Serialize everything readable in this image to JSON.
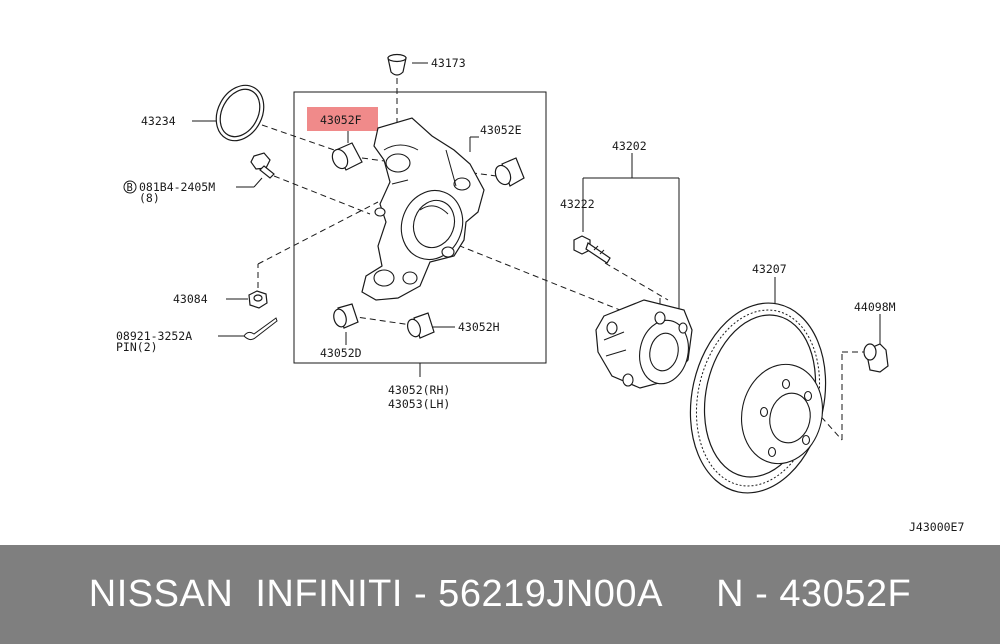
{
  "diagram": {
    "highlight_color": "#f08a8a",
    "labels": {
      "p43173": "43173",
      "p43234": "43234",
      "p43052F": "43052F",
      "p43052E": "43052E",
      "bolt_line1": "081B4-2405M",
      "bolt_line2": "(8)",
      "bolt_circle": "B",
      "p43202": "43202",
      "p43222": "43222",
      "p43207": "43207",
      "p44098M": "44098M",
      "p43084": "43084",
      "pin_line1": "08921-3252A",
      "pin_line2": "PIN(2)",
      "p43052H": "43052H",
      "p43052D": "43052D",
      "rh": "43052(RH)",
      "lh": "43053(LH)",
      "code": "J43000E7"
    }
  },
  "footer": {
    "background": "#7f7f7f",
    "text": "NISSAN  INFINITI - 56219JN00A     N - 43052F"
  }
}
